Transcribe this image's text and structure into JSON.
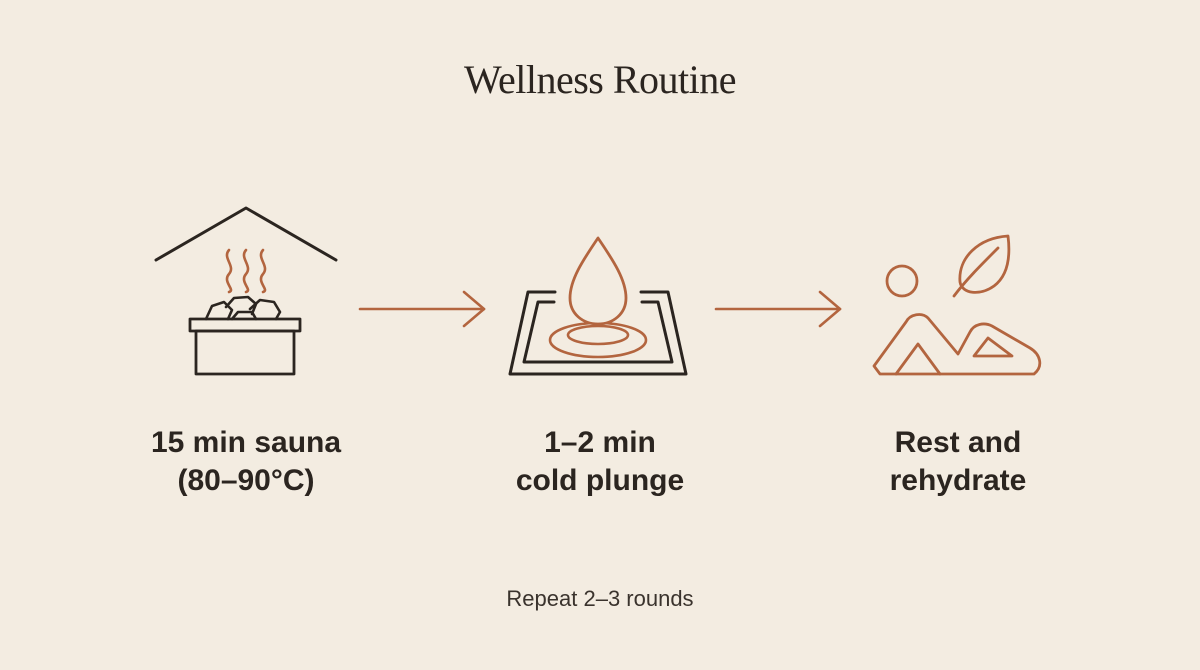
{
  "title": "Wellness Routine",
  "steps": [
    {
      "icon": "sauna-icon",
      "line1": "15 min sauna",
      "line2": "(80–90°C)"
    },
    {
      "icon": "cold-plunge-icon",
      "line1": "1–2 min",
      "line2": "cold plunge"
    },
    {
      "icon": "resting-person-icon",
      "line1": "Rest and",
      "line2": "rehydrate"
    }
  ],
  "footer": "Repeat 2–3 rounds",
  "colors": {
    "background": "#f3ece1",
    "ink": "#2b2520",
    "accent": "#b3653f"
  }
}
